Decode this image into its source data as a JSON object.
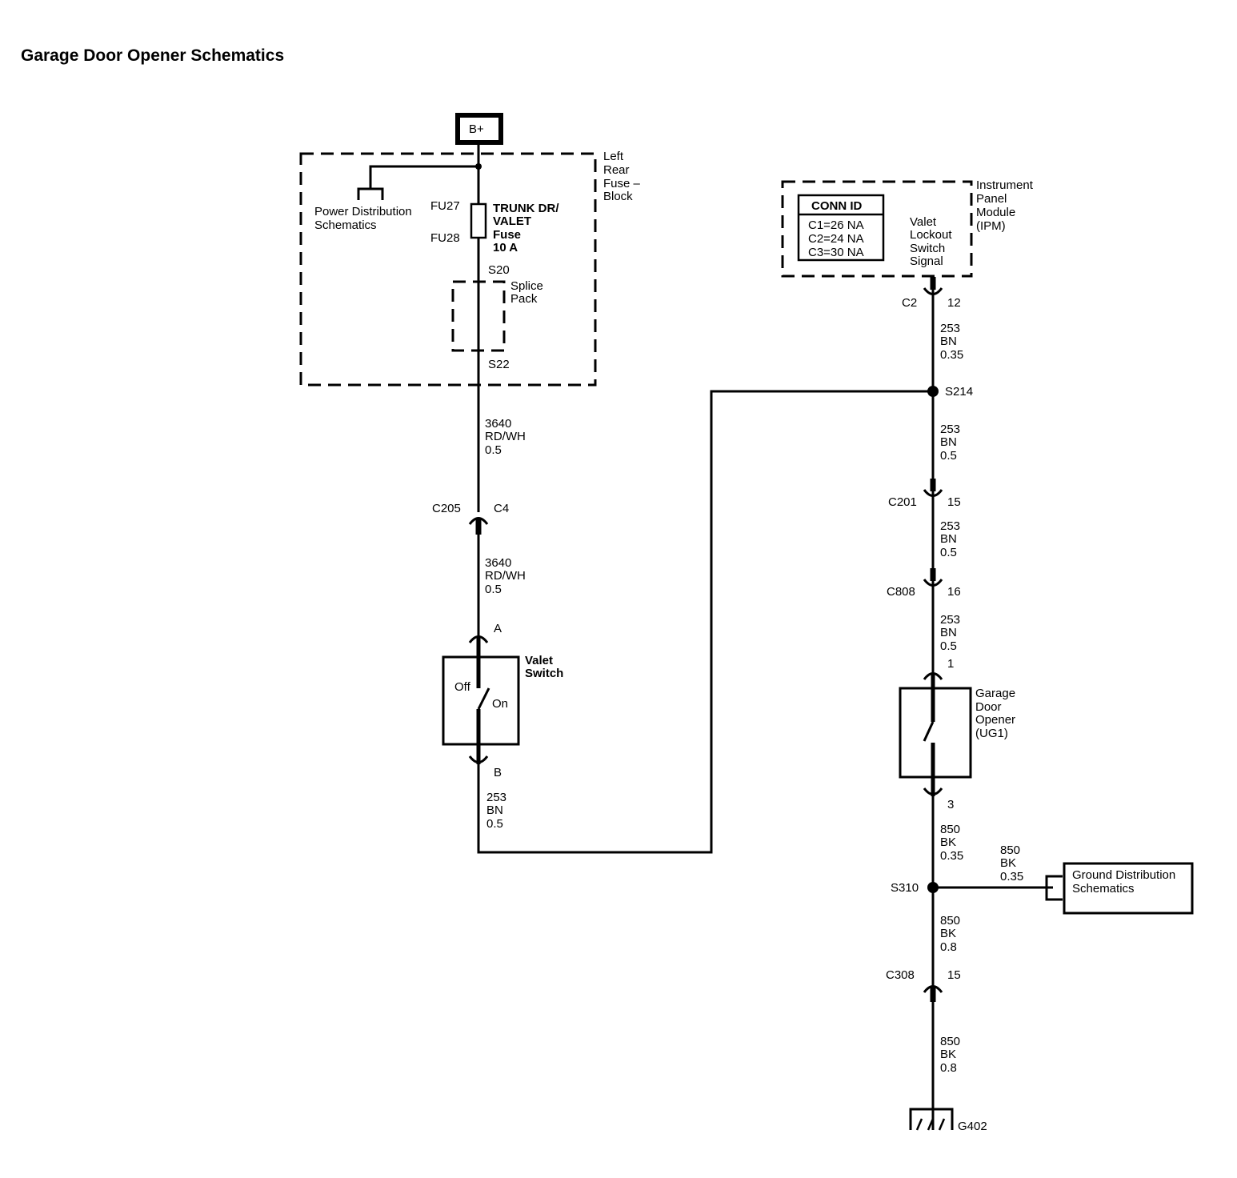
{
  "title": "Garage Door Opener Schematics",
  "power": {
    "label": "B+"
  },
  "fuse_block": {
    "label": [
      "Left",
      "Rear",
      "Fuse –",
      "Block"
    ],
    "power_dist_ref": [
      "Power Distribution",
      "Schematics"
    ],
    "fuse_pin_in": "FU27",
    "fuse_pin_out": "FU28",
    "fuse_label": [
      "TRUNK DR/",
      "VALET",
      "Fuse",
      "10 A"
    ],
    "splice_in": "S20",
    "splice_out": "S22",
    "splice_pack": [
      "Splice",
      "Pack"
    ]
  },
  "left_wires": {
    "w1": [
      "3640",
      "RD/WH",
      "0.5"
    ],
    "c205": "C205",
    "c205_pin": "C4",
    "w2": [
      "3640",
      "RD/WH",
      "0.5"
    ],
    "switch_pin_a": "A",
    "switch_pin_b": "B",
    "w3": [
      "253",
      "BN",
      "0.5"
    ]
  },
  "valet_switch": {
    "label": [
      "Valet",
      "Switch"
    ],
    "off": "Off",
    "on": "On"
  },
  "ipm": {
    "label": [
      "Instrument",
      "Panel",
      "Module",
      "(IPM)"
    ],
    "conn_id_header": "CONN ID",
    "conn_ids": [
      "C1=26 NA",
      "C2=24 NA",
      "C3=30 NA"
    ],
    "signal": [
      "Valet",
      "Lockout",
      "Switch",
      "Signal"
    ]
  },
  "right_wires": {
    "c2": "C2",
    "c2_pin": "12",
    "w1": [
      "253",
      "BN",
      "0.35"
    ],
    "s214": "S214",
    "w2": [
      "253",
      "BN",
      "0.5"
    ],
    "c201": "C201",
    "c201_pin": "15",
    "w3": [
      "253",
      "BN",
      "0.5"
    ],
    "c808": "C808",
    "c808_pin": "16",
    "w4": [
      "253",
      "BN",
      "0.5"
    ],
    "gdo_pin1": "1",
    "gdo_pin3": "3",
    "w5": [
      "850",
      "BK",
      "0.35"
    ],
    "s310": "S310",
    "w6": [
      "850",
      "BK",
      "0.35"
    ],
    "w7": [
      "850",
      "BK",
      "0.8"
    ],
    "c308": "C308",
    "c308_pin": "15",
    "w8": [
      "850",
      "BK",
      "0.8"
    ],
    "ground": "G402"
  },
  "garage_door_opener": {
    "label": [
      "Garage",
      "Door",
      "Opener",
      "(UG1)"
    ]
  },
  "ground_dist": {
    "label": [
      "Ground Distribution",
      "Schematics"
    ]
  }
}
